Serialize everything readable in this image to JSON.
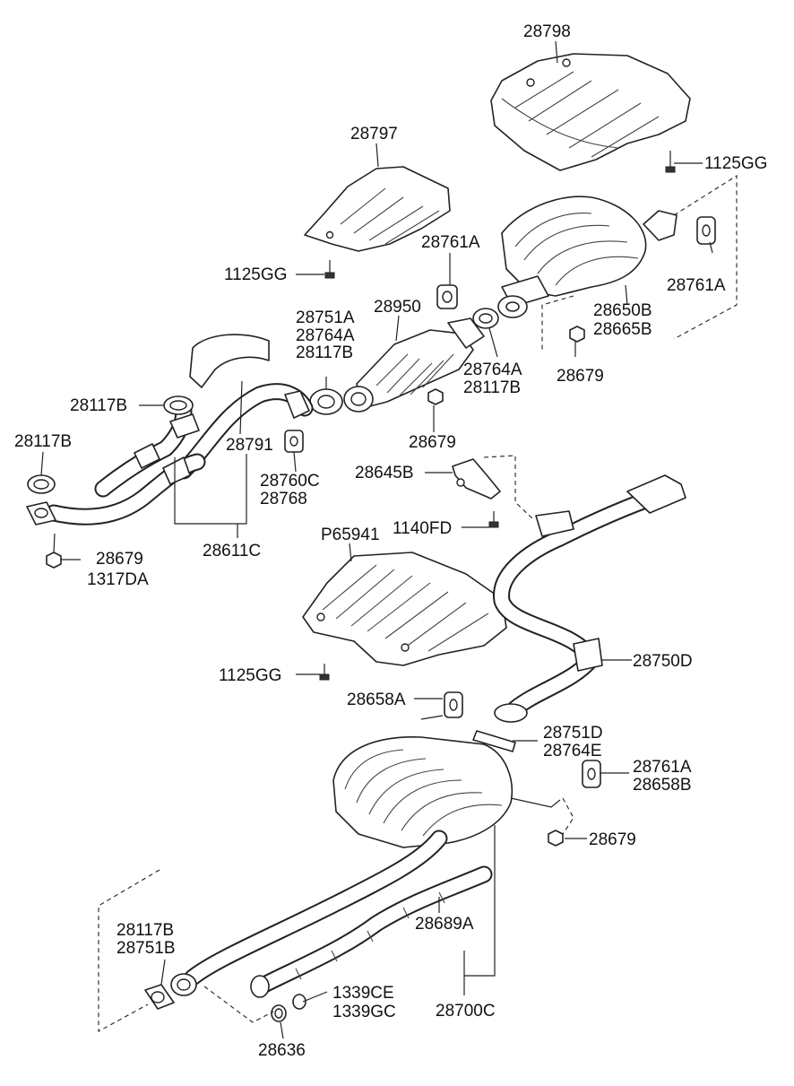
{
  "labels": {
    "p28798": "28798",
    "p28797": "28797",
    "p1125GG_a": "1125GG",
    "p1125GG_b": "1125GG",
    "p1125GG_c": "1125GG",
    "p28761A_a": "28761A",
    "p28761A_b": "28761A",
    "p28650B": "28650B",
    "p28665B": "28665B",
    "p28679_a": "28679",
    "p28679_b": "28679",
    "p28679_c": "28679",
    "p28679_d": "28679",
    "p1317DA": "1317DA",
    "p28751A": "28751A",
    "p28764A_a": "28764A",
    "p28117B_a": "28117B",
    "p28950": "28950",
    "p28764A_b": "28764A",
    "p28117B_b": "28117B",
    "p28117B_c": "28117B",
    "p28117B_d": "28117B",
    "p28117B_e": "28117B",
    "p28791": "28791",
    "p28760C": "28760C",
    "p28768": "28768",
    "p28611C": "28611C",
    "p28645B": "28645B",
    "p1140FD": "1140FD",
    "pP65941": "P65941",
    "p28750D": "28750D",
    "p28658A": "28658A",
    "p28751D": "28751D",
    "p28764E": "28764E",
    "p28761A_c": "28761A",
    "p28658B": "28658B",
    "p28751B": "28751B",
    "p28689A": "28689A",
    "p1339CE": "1339CE",
    "p1339GC": "1339GC",
    "p28700C": "28700C",
    "p28636": "28636"
  }
}
